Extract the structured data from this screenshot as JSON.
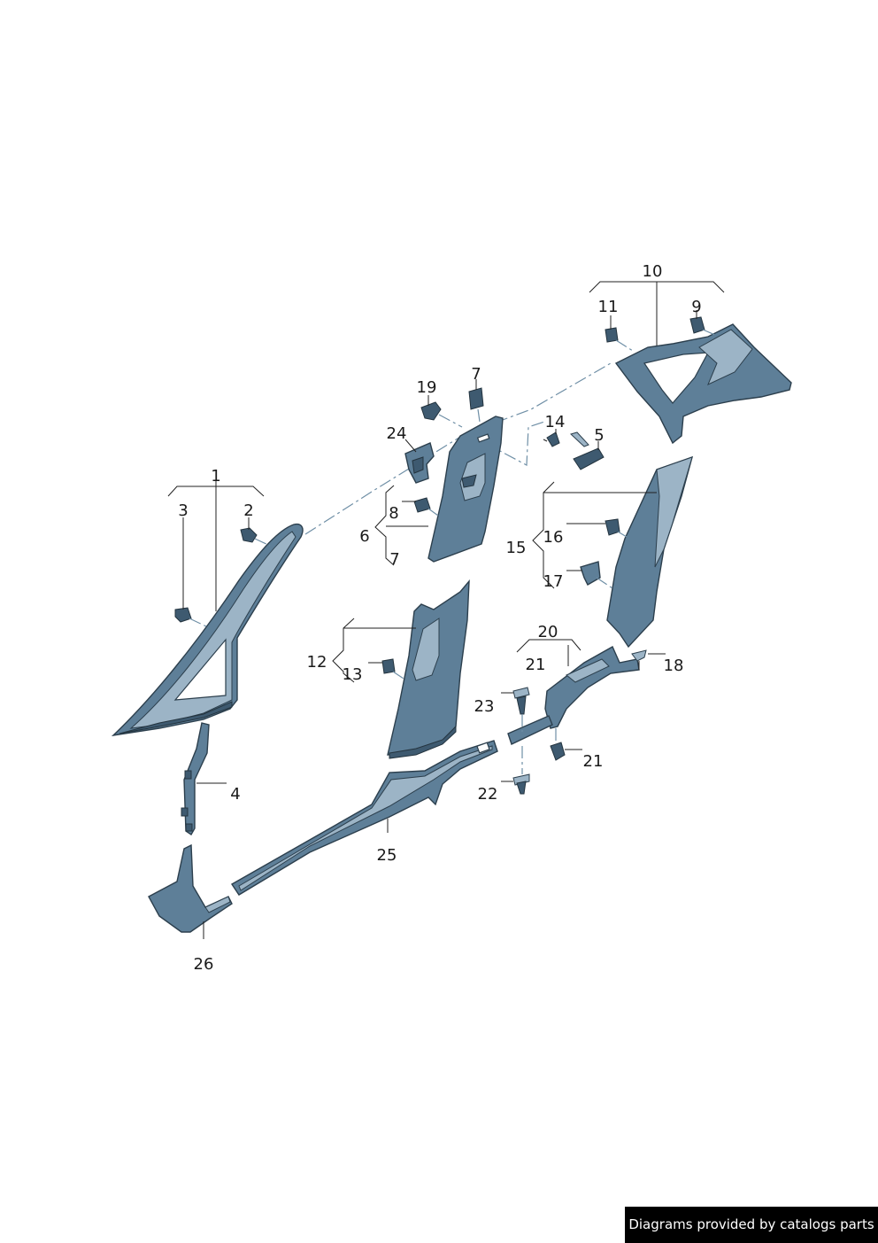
{
  "callouts": {
    "c1": "1",
    "c2": "2",
    "c3": "3",
    "c4": "4",
    "c5": "5",
    "c6": "6",
    "c7a": "7",
    "c7b": "7",
    "c8": "8",
    "c9": "9",
    "c10": "10",
    "c11": "11",
    "c12": "12",
    "c13": "13",
    "c14": "14",
    "c15": "15",
    "c16": "16",
    "c17": "17",
    "c18": "18",
    "c19": "19",
    "c20": "20",
    "c21a": "21",
    "c21b": "21",
    "c22": "22",
    "c23": "23",
    "c24": "24",
    "c25": "25",
    "c26": "26"
  },
  "footer": {
    "credit": "Diagrams provided by catalogs parts"
  }
}
